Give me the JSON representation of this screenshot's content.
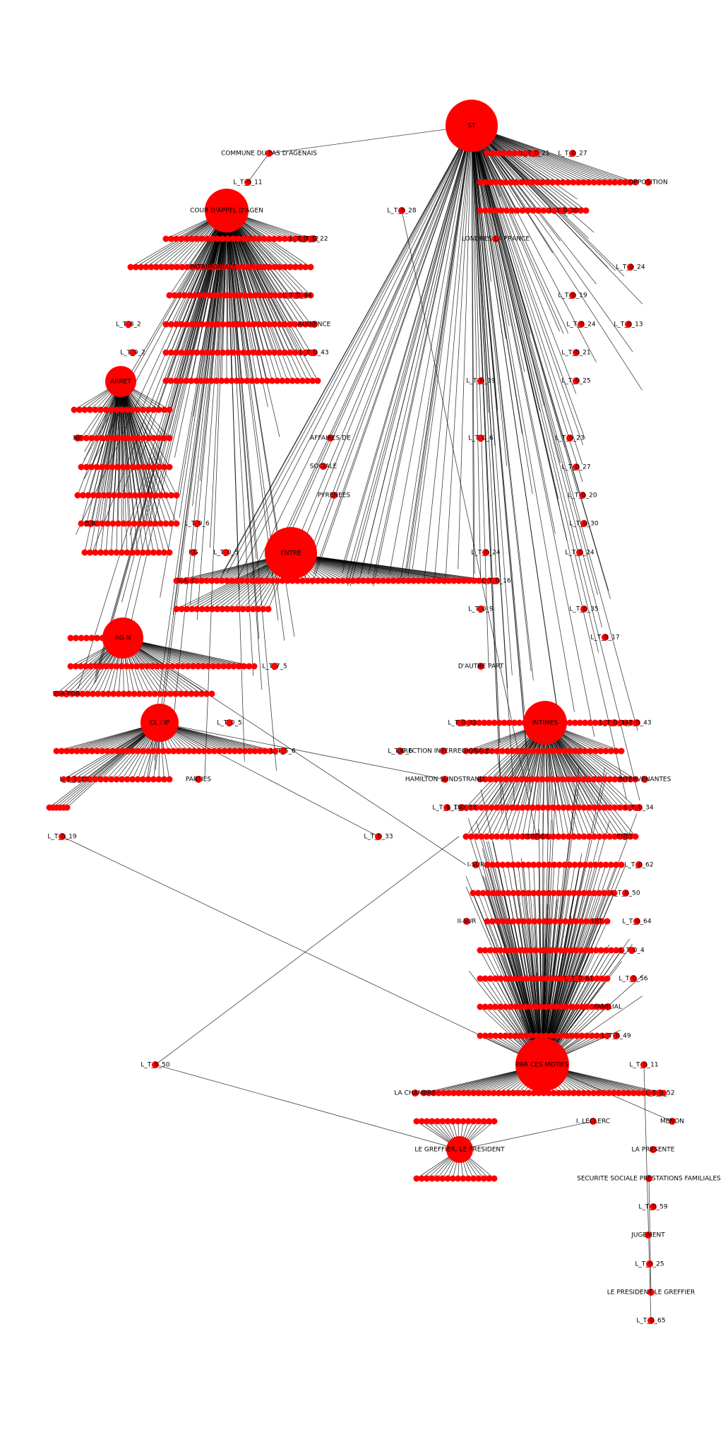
{
  "diagram": {
    "node_color": "#ff0000",
    "edge_color": "#000000",
    "hubs": [
      {
        "id": "st",
        "label": "ST"
      },
      {
        "id": "cour",
        "label": "COUR D'APPEL D'AGEN"
      },
      {
        "id": "arret",
        "label": "ARRET"
      },
      {
        "id": "entre",
        "label": "ENTRE"
      },
      {
        "id": "rgn",
        "label": "RG N"
      },
      {
        "id": "clip",
        "label": "CL / IP"
      },
      {
        "id": "intimes",
        "label": "INTIMES"
      },
      {
        "id": "parcesmotifs",
        "label": "PAR CES MOTIFS"
      },
      {
        "id": "greffier",
        "label": "LE GREFFIER, LE PRESIDENT"
      }
    ],
    "labels": [
      {
        "id": "commune",
        "label": "COMMUNE DU PAS D'AGENAIS"
      },
      {
        "id": "l11",
        "label": "L_T_0_11"
      },
      {
        "id": "l28",
        "label": "L_T_0_28"
      },
      {
        "id": "l22",
        "label": "L_T_0_22"
      },
      {
        "id": "l27",
        "label": "L_T_0_27"
      },
      {
        "id": "l21",
        "label": "L_T_0_21"
      },
      {
        "id": "opposition",
        "label": "OPPOSITION"
      },
      {
        "id": "l30",
        "label": "L_T_0_30"
      },
      {
        "id": "londres",
        "label": "LONDRES LA FRANCE"
      },
      {
        "id": "l24",
        "label": "L_T_0_24"
      },
      {
        "id": "l19a",
        "label": "L_T_0_19"
      },
      {
        "id": "l13",
        "label": "L_T_0_13"
      },
      {
        "id": "l24b",
        "label": "L_T_0_24"
      },
      {
        "id": "l21b",
        "label": "L_T_0_21"
      },
      {
        "id": "l25",
        "label": "L_T_0_25"
      },
      {
        "id": "l19b",
        "label": "L_T_0_19"
      },
      {
        "id": "l6",
        "label": "L_T_0_6"
      },
      {
        "id": "l23",
        "label": "L_T_0_23"
      },
      {
        "id": "l27b",
        "label": "L_T_0_27"
      },
      {
        "id": "l20",
        "label": "L_T_0_20"
      },
      {
        "id": "l30b",
        "label": "L_T_0_30"
      },
      {
        "id": "l24c",
        "label": "L_T_0_24"
      },
      {
        "id": "l35",
        "label": "L_T_0_35"
      },
      {
        "id": "l17",
        "label": "L_T_0_17"
      },
      {
        "id": "l9",
        "label": "L_T_0_9"
      },
      {
        "id": "dautrepart",
        "label": "D'AUTRE PART"
      },
      {
        "id": "l33",
        "label": "L_T_0_33"
      },
      {
        "id": "l16",
        "label": "L_T_0_16"
      },
      {
        "id": "l_audience",
        "label": "AUDIENCE"
      },
      {
        "id": "l_pyrenees",
        "label": "PYRENEES"
      },
      {
        "id": "l_sociale",
        "label": "SOCIALE"
      },
      {
        "id": "l_affaires",
        "label": "AFFAIRES DE"
      },
      {
        "id": "l43",
        "label": "L_T_0_43"
      },
      {
        "id": "l_patrimoniale",
        "label": "PATRIMONIALE"
      },
      {
        "id": "l32",
        "label": "L_T_0_32"
      },
      {
        "id": "l44",
        "label": "L_T_0_44"
      },
      {
        "id": "l9_2",
        "label": "L_T_9_2"
      },
      {
        "id": "l8_2",
        "label": "L_T_8_2"
      },
      {
        "id": "l9_6",
        "label": "L_T_9_6"
      },
      {
        "id": "l5",
        "label": "L_T_0_5"
      },
      {
        "id": "l7_5",
        "label": "L_T_7_5"
      },
      {
        "id": "l5_6",
        "label": "L_T_5_6"
      },
      {
        "id": "l_5",
        "label": "L_T_0_5"
      },
      {
        "id": "bb",
        "label": "B.B"
      },
      {
        "id": "nb",
        "label": "NB"
      },
      {
        "id": "sa",
        "label": "S.A. C"
      },
      {
        "id": "fg",
        "label": "F.G"
      },
      {
        "id": "ssa",
        "label": "SSA POR"
      },
      {
        "id": "l19c",
        "label": "L_T_0_19"
      },
      {
        "id": "l10",
        "label": "L_T_1_10"
      },
      {
        "id": "parties",
        "label": "PARTIES"
      },
      {
        "id": "direction",
        "label": "DIRECTION INTERREGIONALE"
      },
      {
        "id": "l6b",
        "label": "L_T_0_6"
      },
      {
        "id": "hamilton",
        "label": "HAMILTON SUNDSTRAND"
      },
      {
        "id": "intervenantes",
        "label": "INTERVENANTES"
      },
      {
        "id": "l33b",
        "label": "L_T_0_33"
      },
      {
        "id": "l18",
        "label": "L_T_0_18"
      },
      {
        "id": "l34",
        "label": "L_T_0_34"
      },
      {
        "id": "conseil",
        "label": "CONSEIL"
      },
      {
        "id": "enet",
        "label": "ENET"
      },
      {
        "id": "isur",
        "label": "I-SUR"
      },
      {
        "id": "l62",
        "label": "L_T_0_62"
      },
      {
        "id": "l50",
        "label": "L_T_0_50"
      },
      {
        "id": "iisur",
        "label": "II-SUR"
      },
      {
        "id": "dit",
        "label": "DIT"
      },
      {
        "id": "l64",
        "label": "L_T_0_64"
      },
      {
        "id": "l4",
        "label": "L_T_0_4"
      },
      {
        "id": "l56",
        "label": "L_T_0_56"
      },
      {
        "id": "l61",
        "label": "L_T_0_61"
      },
      {
        "id": "l_fam",
        "label": "FAMILIAL"
      },
      {
        "id": "l49",
        "label": "L_T_0_49"
      },
      {
        "id": "l50b",
        "label": "L_T_0_50"
      },
      {
        "id": "l11b",
        "label": "L_T_0_11"
      },
      {
        "id": "lachambre",
        "label": "LA CHAMBRE"
      },
      {
        "id": "l52",
        "label": "L_T_0_52"
      },
      {
        "id": "leclerc",
        "label": "I. LECLERC"
      },
      {
        "id": "menon",
        "label": "MENON"
      },
      {
        "id": "lapresente",
        "label": "LA PRESENTE"
      },
      {
        "id": "securite",
        "label": "SECURITE SOCIALE PRESTATIONS FAMILIALES"
      },
      {
        "id": "l59",
        "label": "L_T_0_59"
      },
      {
        "id": "jugement",
        "label": "JUGEMENT"
      },
      {
        "id": "l25b",
        "label": "L_T_0_25"
      },
      {
        "id": "presgreffier",
        "label": "LE PRESIDENT LE GREFFIER"
      },
      {
        "id": "l65",
        "label": "L_T_0_65"
      },
      {
        "id": "l34b",
        "label": "L_T_0_34"
      },
      {
        "id": "l43b",
        "label": "L_T_0_43"
      },
      {
        "id": "l42",
        "label": "L_T_0_42"
      },
      {
        "id": "l24d",
        "label": "L_T_0_24"
      }
    ]
  }
}
